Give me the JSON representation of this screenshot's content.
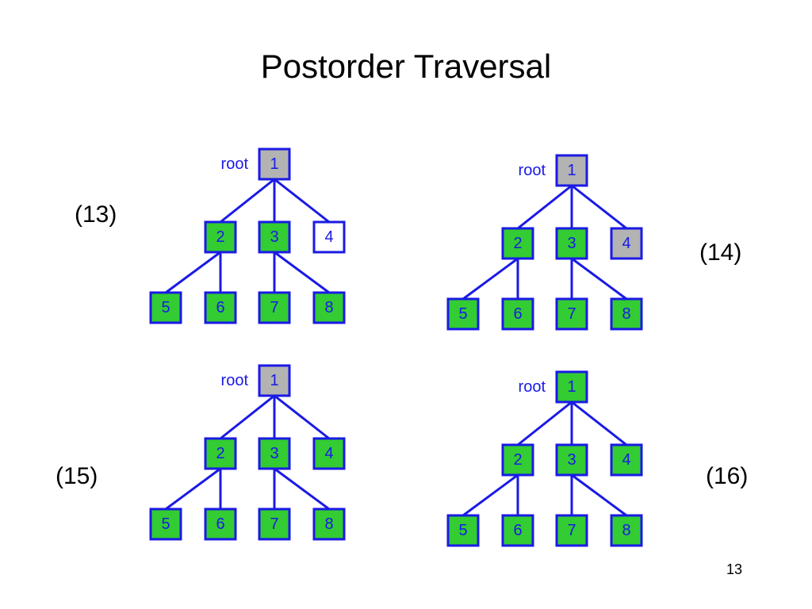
{
  "title": "Postorder Traversal",
  "page_number": "13",
  "root_label": "root",
  "colors": {
    "visited": "#33cc33",
    "current": "#b3b3b3",
    "unvisited": "#ffffff",
    "stroke": "#1a1ae6"
  },
  "trees": [
    {
      "step": "(13)",
      "nodes": [
        {
          "label": "1",
          "state": "current"
        },
        {
          "label": "2",
          "state": "visited"
        },
        {
          "label": "3",
          "state": "visited"
        },
        {
          "label": "4",
          "state": "unvisited"
        },
        {
          "label": "5",
          "state": "visited"
        },
        {
          "label": "6",
          "state": "visited"
        },
        {
          "label": "7",
          "state": "visited"
        },
        {
          "label": "8",
          "state": "visited"
        }
      ]
    },
    {
      "step": "(14)",
      "nodes": [
        {
          "label": "1",
          "state": "current"
        },
        {
          "label": "2",
          "state": "visited"
        },
        {
          "label": "3",
          "state": "visited"
        },
        {
          "label": "4",
          "state": "current"
        },
        {
          "label": "5",
          "state": "visited"
        },
        {
          "label": "6",
          "state": "visited"
        },
        {
          "label": "7",
          "state": "visited"
        },
        {
          "label": "8",
          "state": "visited"
        }
      ]
    },
    {
      "step": "(15)",
      "nodes": [
        {
          "label": "1",
          "state": "current"
        },
        {
          "label": "2",
          "state": "visited"
        },
        {
          "label": "3",
          "state": "visited"
        },
        {
          "label": "4",
          "state": "visited"
        },
        {
          "label": "5",
          "state": "visited"
        },
        {
          "label": "6",
          "state": "visited"
        },
        {
          "label": "7",
          "state": "visited"
        },
        {
          "label": "8",
          "state": "visited"
        }
      ]
    },
    {
      "step": "(16)",
      "nodes": [
        {
          "label": "1",
          "state": "visited"
        },
        {
          "label": "2",
          "state": "visited"
        },
        {
          "label": "3",
          "state": "visited"
        },
        {
          "label": "4",
          "state": "visited"
        },
        {
          "label": "5",
          "state": "visited"
        },
        {
          "label": "6",
          "state": "visited"
        },
        {
          "label": "7",
          "state": "visited"
        },
        {
          "label": "8",
          "state": "visited"
        }
      ]
    }
  ]
}
